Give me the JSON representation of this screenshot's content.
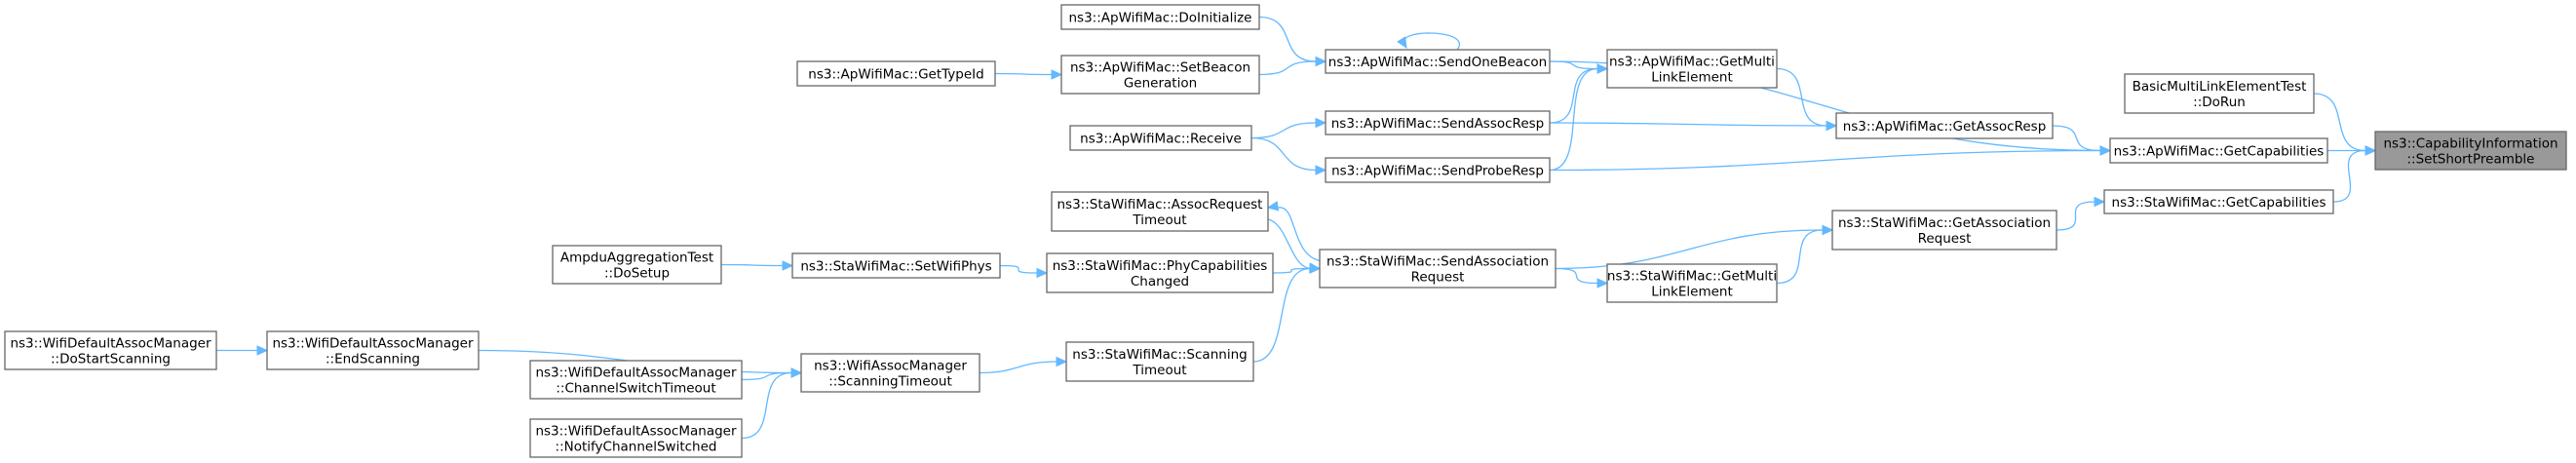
{
  "graph": {
    "title": "",
    "colors": {
      "edge": "#63b8ff",
      "node_border": "#666666",
      "root_fill": "#999999",
      "node_fill": "#ffffff"
    },
    "nodes": [
      {
        "id": "root",
        "lines": [
          "ns3::CapabilityInformation",
          "::SetShortPreamble"
        ],
        "root": true
      },
      {
        "id": "basicmle",
        "lines": [
          "BasicMultiLinkElementTest",
          "::DoRun"
        ]
      },
      {
        "id": "ap_getcap",
        "lines": [
          "ns3::ApWifiMac::GetCapabilities"
        ]
      },
      {
        "id": "sta_getcap",
        "lines": [
          "ns3::StaWifiMac::GetCapabilities"
        ]
      },
      {
        "id": "ap_getassocresp",
        "lines": [
          "ns3::ApWifiMac::GetAssocResp"
        ]
      },
      {
        "id": "ap_getmle",
        "lines": [
          "ns3::ApWifiMac::GetMulti",
          "LinkElement"
        ]
      },
      {
        "id": "ap_sendonebeacon",
        "lines": [
          "ns3::ApWifiMac::SendOneBeacon"
        ]
      },
      {
        "id": "ap_sendassocresp",
        "lines": [
          "ns3::ApWifiMac::SendAssocResp"
        ]
      },
      {
        "id": "ap_sendproberesp",
        "lines": [
          "ns3::ApWifiMac::SendProbeResp"
        ]
      },
      {
        "id": "ap_doinit",
        "lines": [
          "ns3::ApWifiMac::DoInitialize"
        ]
      },
      {
        "id": "ap_setbeacongen",
        "lines": [
          "ns3::ApWifiMac::SetBeacon",
          "Generation"
        ]
      },
      {
        "id": "ap_gettypeid",
        "lines": [
          "ns3::ApWifiMac::GetTypeId"
        ]
      },
      {
        "id": "ap_receive",
        "lines": [
          "ns3::ApWifiMac::Receive"
        ]
      },
      {
        "id": "sta_getassocreq",
        "lines": [
          "ns3::StaWifiMac::GetAssociation",
          "Request"
        ]
      },
      {
        "id": "sta_getmle",
        "lines": [
          "ns3::StaWifiMac::GetMulti",
          "LinkElement"
        ]
      },
      {
        "id": "sta_sendassocreq",
        "lines": [
          "ns3::StaWifiMac::SendAssociation",
          "Request"
        ]
      },
      {
        "id": "sta_assocreqtimeout",
        "lines": [
          "ns3::StaWifiMac::AssocRequest",
          "Timeout"
        ]
      },
      {
        "id": "sta_phycapchanged",
        "lines": [
          "ns3::StaWifiMac::PhyCapabilities",
          "Changed"
        ]
      },
      {
        "id": "sta_scantimeout",
        "lines": [
          "ns3::StaWifiMac::Scanning",
          "Timeout"
        ]
      },
      {
        "id": "sta_setwifiphys",
        "lines": [
          "ns3::StaWifiMac::SetWifiPhys"
        ]
      },
      {
        "id": "ampdu_dosetup",
        "lines": [
          "AmpduAggregationTest",
          "::DoSetup"
        ]
      },
      {
        "id": "wam_scantimeout",
        "lines": [
          "ns3::WifiAssocManager",
          "::ScanningTimeout"
        ]
      },
      {
        "id": "wdam_endscan",
        "lines": [
          "ns3::WifiDefaultAssocManager",
          "::EndScanning"
        ]
      },
      {
        "id": "wdam_chswtimeout",
        "lines": [
          "ns3::WifiDefaultAssocManager",
          "::ChannelSwitchTimeout"
        ]
      },
      {
        "id": "wdam_notifych",
        "lines": [
          "ns3::WifiDefaultAssocManager",
          "::NotifyChannelSwitched"
        ]
      },
      {
        "id": "wdam_dostartscan",
        "lines": [
          "ns3::WifiDefaultAssocManager",
          "::DoStartScanning"
        ]
      }
    ],
    "edges": [
      {
        "from": "basicmle",
        "to": "root"
      },
      {
        "from": "ap_getcap",
        "to": "root"
      },
      {
        "from": "sta_getcap",
        "to": "root"
      },
      {
        "from": "ap_getassocresp",
        "to": "ap_getcap"
      },
      {
        "from": "ap_sendonebeacon",
        "to": "ap_getcap"
      },
      {
        "from": "ap_sendproberesp",
        "to": "ap_getcap"
      },
      {
        "from": "ap_getmle",
        "to": "ap_getassocresp"
      },
      {
        "from": "ap_sendassocresp",
        "to": "ap_getassocresp"
      },
      {
        "from": "ap_sendonebeacon",
        "to": "ap_getmle"
      },
      {
        "from": "ap_sendassocresp",
        "to": "ap_getmle"
      },
      {
        "from": "ap_sendproberesp",
        "to": "ap_getmle"
      },
      {
        "from": "ap_sendonebeacon",
        "to": "ap_sendonebeacon"
      },
      {
        "from": "ap_doinit",
        "to": "ap_sendonebeacon"
      },
      {
        "from": "ap_setbeacongen",
        "to": "ap_sendonebeacon"
      },
      {
        "from": "ap_gettypeid",
        "to": "ap_setbeacongen"
      },
      {
        "from": "ap_receive",
        "to": "ap_sendassocresp"
      },
      {
        "from": "ap_receive",
        "to": "ap_sendproberesp"
      },
      {
        "from": "sta_getassocreq",
        "to": "sta_getcap"
      },
      {
        "from": "sta_sendassocreq",
        "to": "sta_getassocreq"
      },
      {
        "from": "sta_getmle",
        "to": "sta_getassocreq"
      },
      {
        "from": "sta_sendassocreq",
        "to": "sta_getmle"
      },
      {
        "from": "sta_sendassocreq",
        "to": "sta_assocreqtimeout"
      },
      {
        "from": "sta_assocreqtimeout",
        "to": "sta_sendassocreq"
      },
      {
        "from": "sta_phycapchanged",
        "to": "sta_sendassocreq"
      },
      {
        "from": "sta_scantimeout",
        "to": "sta_sendassocreq"
      },
      {
        "from": "sta_setwifiphys",
        "to": "sta_phycapchanged"
      },
      {
        "from": "ampdu_dosetup",
        "to": "sta_setwifiphys"
      },
      {
        "from": "wam_scantimeout",
        "to": "sta_scantimeout"
      },
      {
        "from": "wdam_endscan",
        "to": "wam_scantimeout"
      },
      {
        "from": "wdam_chswtimeout",
        "to": "wam_scantimeout"
      },
      {
        "from": "wdam_notifych",
        "to": "wam_scantimeout"
      },
      {
        "from": "wdam_dostartscan",
        "to": "wdam_endscan"
      }
    ]
  }
}
